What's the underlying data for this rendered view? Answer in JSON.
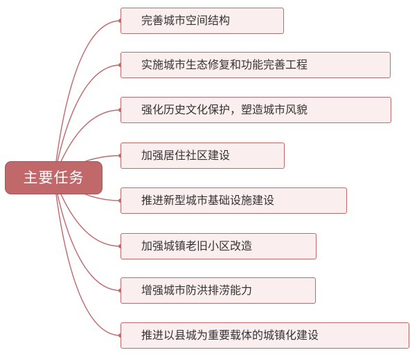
{
  "root": {
    "label": "主要任务"
  },
  "tasks": [
    {
      "label": "完善城市空间结构"
    },
    {
      "label": "实施城市生态修复和功能完善工程"
    },
    {
      "label": "强化历史文化保护，塑造城市风貌"
    },
    {
      "label": "加强居住社区建设"
    },
    {
      "label": "推进新型城市基础设施建设"
    },
    {
      "label": "加强城镇老旧小区改造"
    },
    {
      "label": "增强城市防洪排涝能力"
    },
    {
      "label": "推进以县城为重要载体的城镇化建设"
    }
  ],
  "colors": {
    "accent": "#c0686a",
    "node_fill": "#fbeeee",
    "text": "#333333"
  }
}
